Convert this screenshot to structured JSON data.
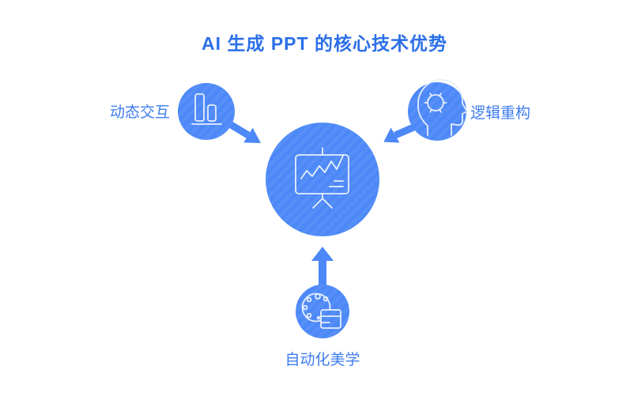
{
  "title": "AI 生成 PPT 的核心技术优势",
  "nodes": {
    "center": {
      "icon": "presentation-chart-icon"
    },
    "top_left": {
      "label": "动态交互",
      "icon": "bar-chart-icon"
    },
    "top_right": {
      "label": "逻辑重构",
      "icon": "head-gear-icon"
    },
    "bottom": {
      "label": "自动化美学",
      "icon": "palette-icon"
    }
  },
  "colors": {
    "title_color": "#2b6fe8",
    "label_color": "#3d7cee",
    "circle_base": "#4c88f7",
    "circle_stripe": "#568ff8",
    "icon_stroke": "#e8effc",
    "background": "#ffffff"
  }
}
